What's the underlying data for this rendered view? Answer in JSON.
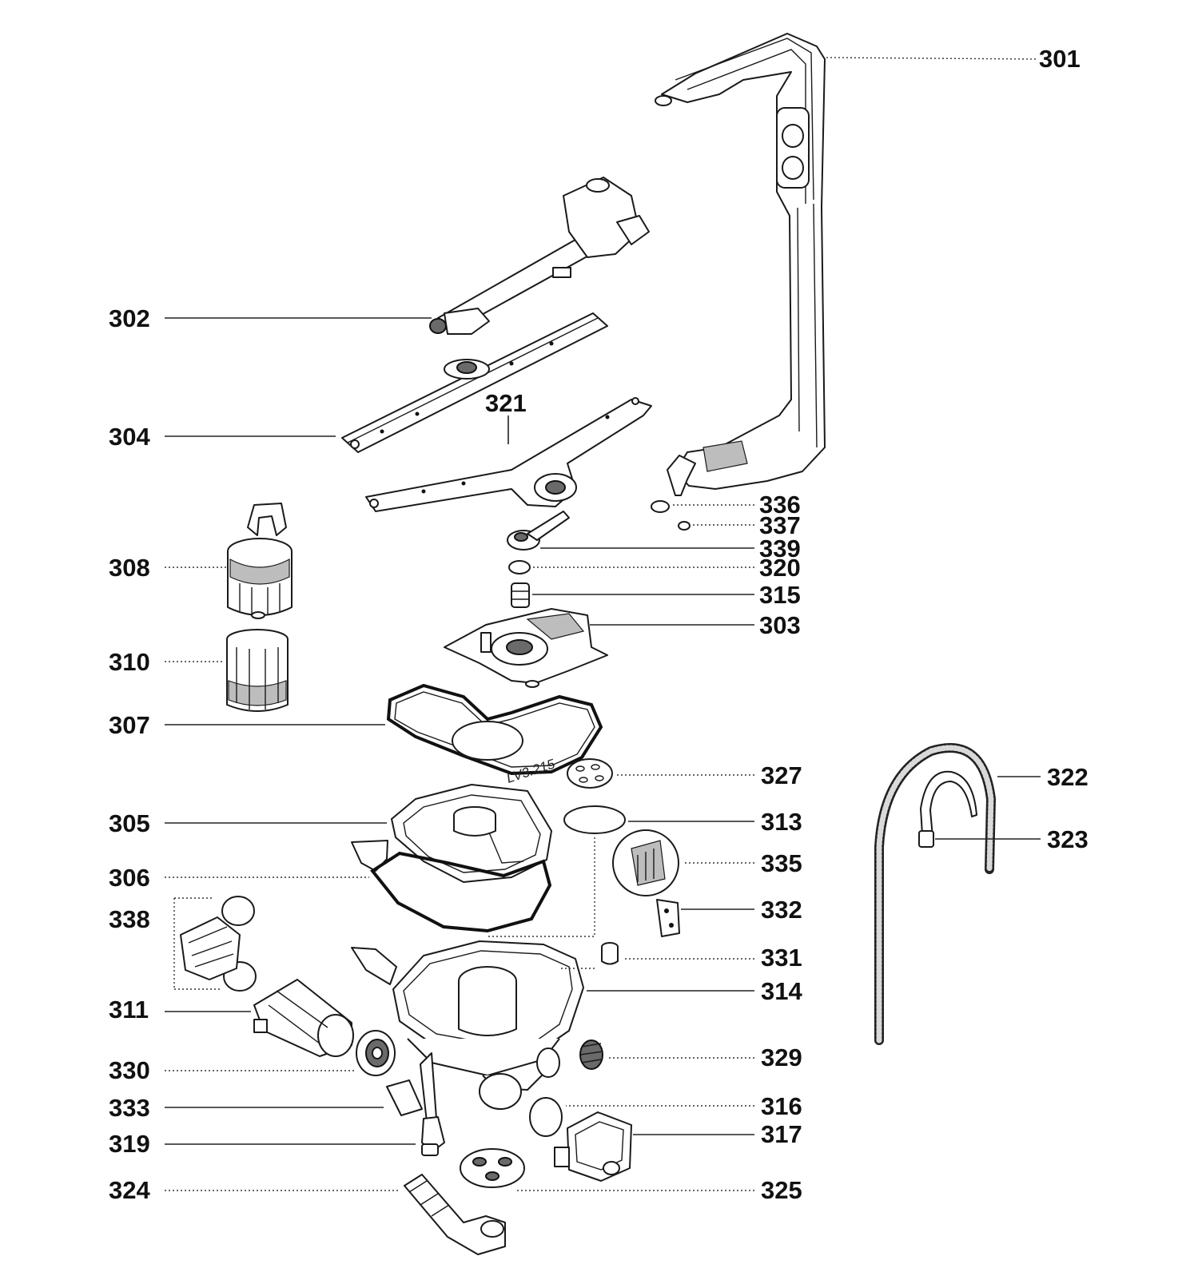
{
  "diagram": {
    "stamp_text": "LV3.215",
    "parts": [
      {
        "id": "p301",
        "number": "301"
      },
      {
        "id": "p302",
        "number": "302"
      },
      {
        "id": "p304",
        "number": "304"
      },
      {
        "id": "p321",
        "number": "321"
      },
      {
        "id": "p336",
        "number": "336"
      },
      {
        "id": "p337",
        "number": "337"
      },
      {
        "id": "p339",
        "number": "339"
      },
      {
        "id": "p320",
        "number": "320"
      },
      {
        "id": "p315",
        "number": "315"
      },
      {
        "id": "p303",
        "number": "303"
      },
      {
        "id": "p308",
        "number": "308"
      },
      {
        "id": "p310",
        "number": "310"
      },
      {
        "id": "p307",
        "number": "307"
      },
      {
        "id": "p327",
        "number": "327"
      },
      {
        "id": "p322",
        "number": "322"
      },
      {
        "id": "p313",
        "number": "313"
      },
      {
        "id": "p323",
        "number": "323"
      },
      {
        "id": "p305",
        "number": "305"
      },
      {
        "id": "p335",
        "number": "335"
      },
      {
        "id": "p306",
        "number": "306"
      },
      {
        "id": "p332",
        "number": "332"
      },
      {
        "id": "p338",
        "number": "338"
      },
      {
        "id": "p331",
        "number": "331"
      },
      {
        "id": "p314",
        "number": "314"
      },
      {
        "id": "p311",
        "number": "311"
      },
      {
        "id": "p329",
        "number": "329"
      },
      {
        "id": "p330",
        "number": "330"
      },
      {
        "id": "p316",
        "number": "316"
      },
      {
        "id": "p333",
        "number": "333"
      },
      {
        "id": "p317",
        "number": "317"
      },
      {
        "id": "p319",
        "number": "319"
      },
      {
        "id": "p324",
        "number": "324"
      },
      {
        "id": "p325",
        "number": "325"
      }
    ]
  }
}
